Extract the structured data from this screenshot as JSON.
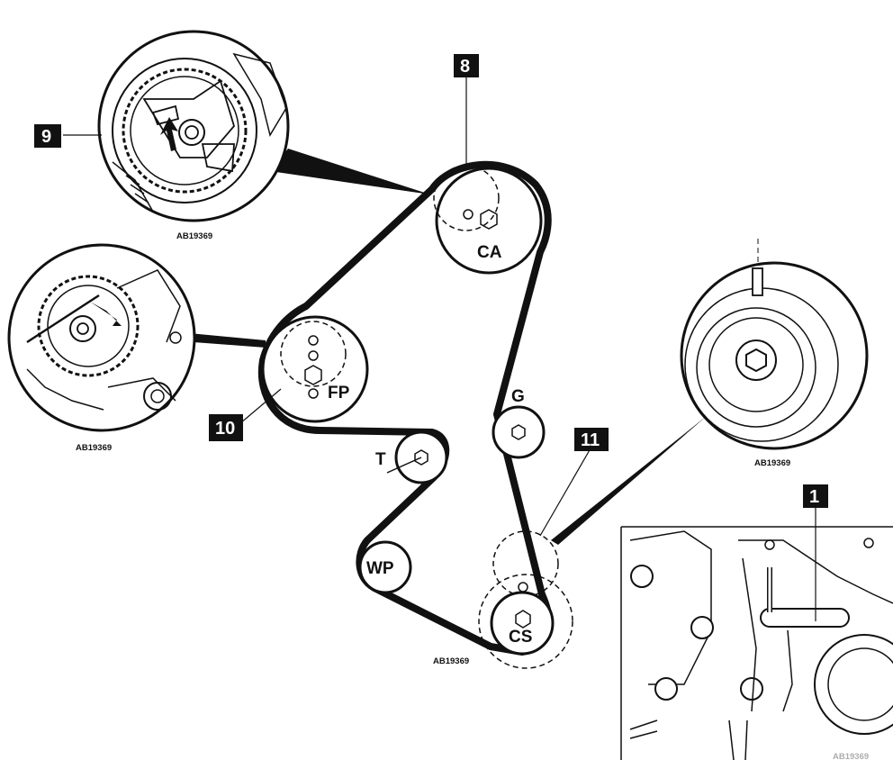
{
  "callouts": {
    "c1": "1",
    "c8": "8",
    "c9": "9",
    "c10": "10",
    "c11": "11"
  },
  "pulleys": {
    "camshaft": "CA",
    "fuel_pump": "FP",
    "guide": "G",
    "tensioner": "T",
    "water_pump": "WP",
    "crankshaft": "CS"
  },
  "reference_codes": {
    "cam_detail": "AB19369",
    "pump_detail": "AB19369",
    "crank_detail": "AB19369",
    "main": "AB19369",
    "tool_detail": "AB19369"
  },
  "colors": {
    "ink": "#111111",
    "background": "#ffffff",
    "callout_text": "#ffffff"
  }
}
